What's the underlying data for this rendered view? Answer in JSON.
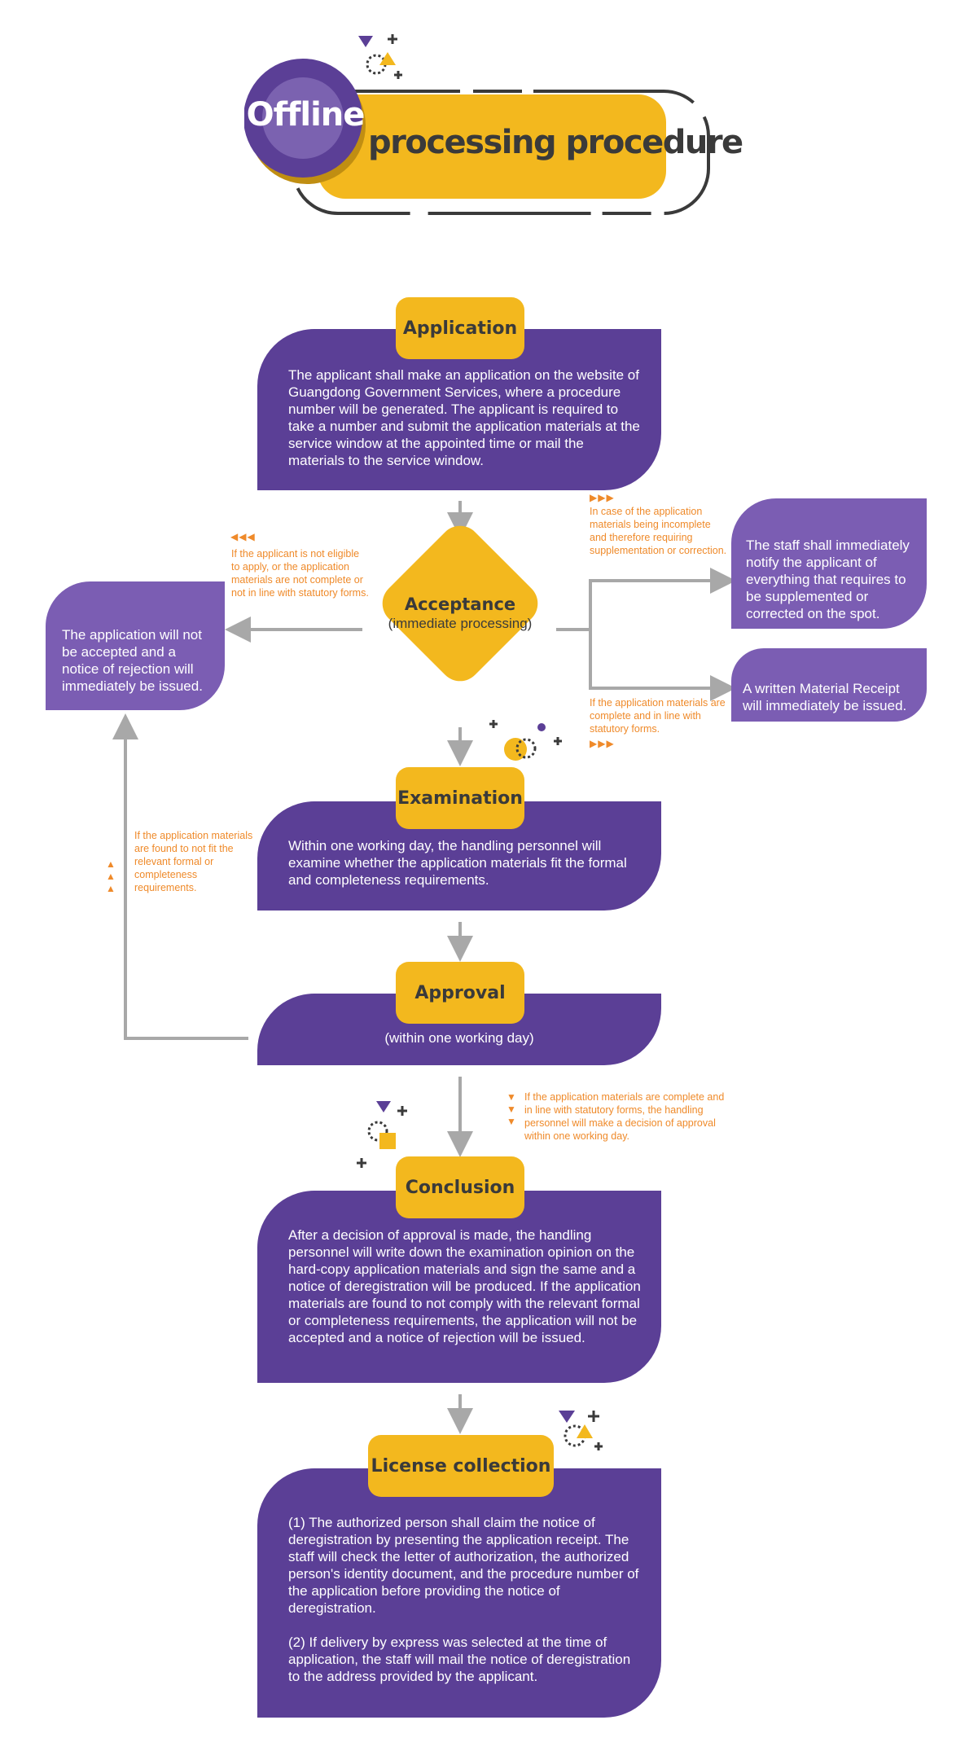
{
  "title": {
    "badge": "Offline",
    "main": "processing procedure"
  },
  "steps": {
    "application": {
      "label": "Application",
      "text": "The applicant shall make an application on the website of Guangdong Government Services, where a procedure number will be generated. The applicant is required to take a number and submit the application materials at the service window at the appointed time or mail the materials to the service window."
    },
    "acceptance": {
      "label": "Acceptance",
      "sublabel": "(immediate processing)"
    },
    "examination": {
      "label": "Examination",
      "text": "Within one working day, the handling personnel will examine whether the application materials fit the formal and completeness requirements."
    },
    "approval": {
      "label": "Approval",
      "text": "(within one working day)"
    },
    "conclusion": {
      "label": "Conclusion",
      "text": "After a decision of approval is made, the handling personnel will write down the examination opinion on the hard-copy application materials and sign the same and a notice of deregistration will be produced. If the application materials are found to not comply with the relevant formal or completeness requirements, the application will not be accepted and a notice of rejection will be issued."
    },
    "license": {
      "label": "License collection",
      "text1": "(1) The authorized person shall claim the notice of deregistration by presenting the application receipt. The staff will check the letter of authorization, the authorized person's identity document, and the procedure number of the application before providing the notice of deregistration.",
      "text2": "(2) If delivery by express was selected at the time of application, the staff will mail the notice of deregistration to the address provided by the applicant."
    }
  },
  "outcomes": {
    "rejection": "The application will not be accepted and a notice of rejection will immediately be issued.",
    "supplement": "The staff shall immediately notify the applicant of everything that requires to be supplemented or corrected on the spot.",
    "receipt": "A written Material Receipt will immediately be issued."
  },
  "conditions": {
    "not_eligible": "If the applicant is not eligible to apply, or the application materials are not complete or not in line with statutory forms.",
    "incomplete": "In case of the application materials being incomplete and therefore requiring supplementation or correction.",
    "complete": "If the application materials are complete and in line with statutory forms.",
    "not_fit": "If the application materials are found to not fit the relevant formal or completeness requirements.",
    "approval_decision": "If the application materials are complete and in line with statutory forms, the handling personnel will make a decision of approval within one working day."
  },
  "colors": {
    "purple": "#5b3f96",
    "light_purple": "#7b5db3",
    "yellow": "#f3b81e",
    "orange": "#ef8a2a",
    "arrow_gray": "#a8a8a8",
    "dark": "#3a3a3a"
  }
}
